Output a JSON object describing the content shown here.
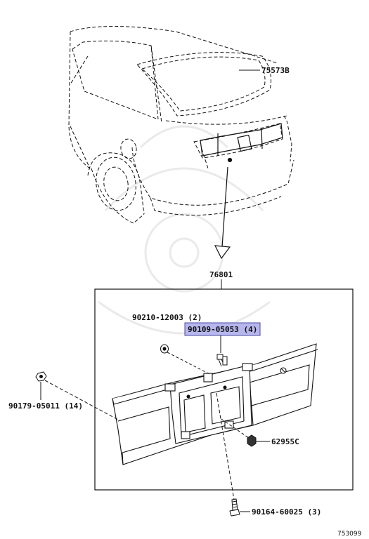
{
  "labels": {
    "molding_upper": "75573B",
    "assembly": "76801",
    "part_90210": "90210-12003 (2)",
    "part_90109": "90109-05053 (4)",
    "part_90179": "90179-05011 (14)",
    "part_62955": "62955C",
    "part_90164": "90164-60025 (3)",
    "figure_id": "753099"
  },
  "colors": {
    "highlight_fill": "#b7b7ee",
    "highlight_border": "#4a4aa0",
    "line": "#111111"
  }
}
